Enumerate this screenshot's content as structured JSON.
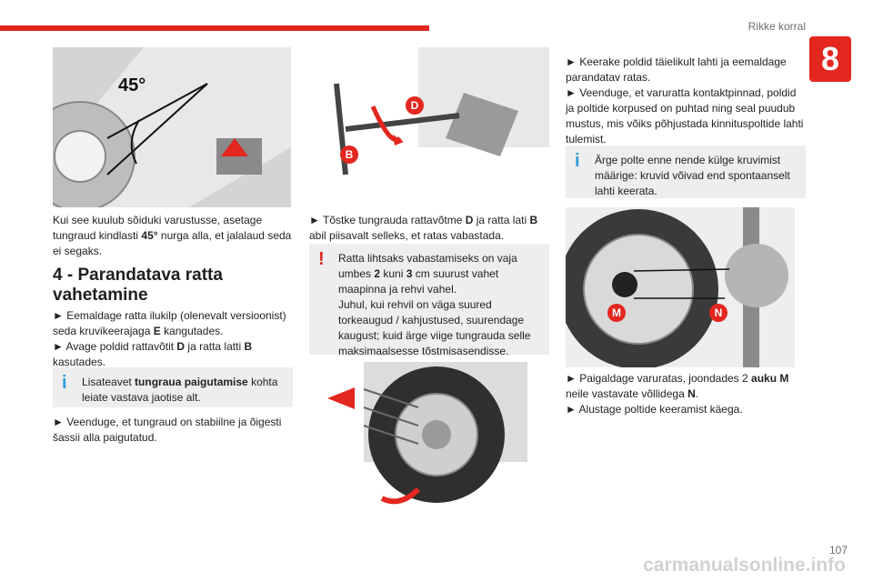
{
  "header": {
    "title": "Rikke korral",
    "chapter": "8",
    "page_number": "107"
  },
  "watermark": "carmanualsonline.info",
  "col1": {
    "figure": {
      "angle_label": "45°"
    },
    "para1_a": "Kui see kuulub sõiduki varustusse, asetage tungraud kindlasti ",
    "para1_b": "45°",
    "para1_c": " nurga alla, et jalalaud seda ei segaks.",
    "section_title": "4 - Parandatava ratta vahetamine",
    "step1_a": "► Eemaldage ratta ilukilp (olenevalt versioonist) seda kruvikeerajaga ",
    "step1_b": "E",
    "step1_c": " kangutades.",
    "step2_a": "► Avage poldid rattavõtit ",
    "step2_b": "D",
    "step2_c": " ja ratta latti ",
    "step2_d": "B",
    "step2_e": " kasutades.",
    "note_a": "Lisateavet ",
    "note_b": "tungraua paigutamise",
    "note_c": " kohta leiate vastava jaotise alt.",
    "step3": "► Veenduge, et tungraud on stabiilne ja õigesti šassii alla paigutatud."
  },
  "col2": {
    "figure": {
      "label_d": "D",
      "label_b": "B"
    },
    "step1_a": "► Tõstke tungrauda rattavõtme ",
    "step1_b": "D",
    "step1_c": " ja ratta lati ",
    "step1_d": "B",
    "step1_e": " abil piisavalt selleks, et ratas vabastada.",
    "warn_a": "Ratta lihtsaks vabastamiseks on vaja umbes ",
    "warn_b": "2",
    "warn_c": " kuni ",
    "warn_d": "3",
    "warn_e": " cm suurust vahet maapinna ja rehvi vahel.",
    "warn_f": "Juhul, kui rehvil on väga suured torkeaugud / kahjustused, suurendage kaugust; kuid ärge viige tungrauda selle maksimaalsesse tõstmisasendisse."
  },
  "col3": {
    "step1": "► Keerake poldid täielikult lahti ja eemaldage parandatav ratas.",
    "step2": "► Veenduge, et varuratta kontaktpinnad, poldid ja poltide korpused on puhtad ning seal puudub mustus, mis võiks põhjustada kinnituspoltide lahti tulemist.",
    "note": "Ärge polte enne nende külge kruvimist määrige: kruvid võivad end spontaanselt lahti keerata.",
    "figure": {
      "label_m": "M",
      "label_n": "N"
    },
    "step3_a": "► Paigaldage varuratas, joondades 2 ",
    "step3_b": "auku M",
    "step3_c": " neile vastavate võllidega ",
    "step3_d": "N",
    "step3_e": ".",
    "step4": "► Alustage poltide keeramist käega."
  },
  "colors": {
    "accent": "#e3261f",
    "info": "#2f9bd8",
    "note_bg": "#eeeeee"
  }
}
